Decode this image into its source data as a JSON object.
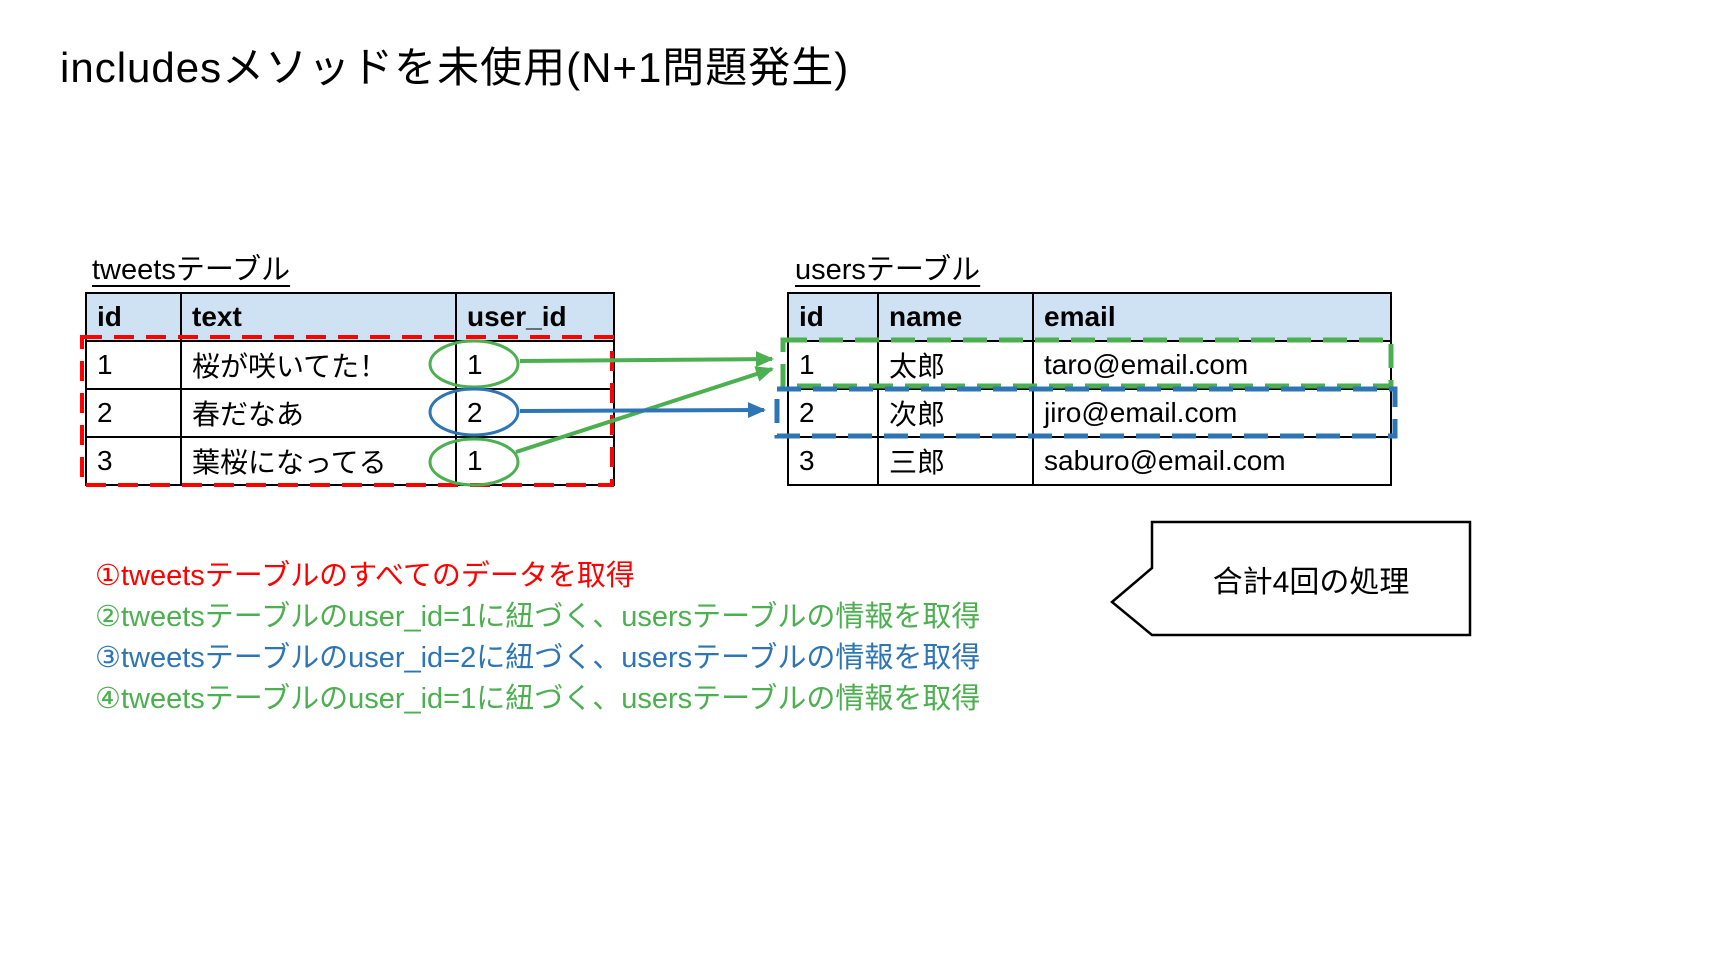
{
  "title": "includesメソッドを未使用(N+1問題発生)",
  "tweets_table": {
    "label": "tweetsテーブル",
    "headers": [
      "id",
      "text",
      "user_id"
    ],
    "rows": [
      [
        "1",
        "桜が咲いてた！",
        "1"
      ],
      [
        "2",
        "春だなあ",
        "2"
      ],
      [
        "3",
        "葉桜になってる",
        "1"
      ]
    ]
  },
  "users_table": {
    "label": "usersテーブル",
    "headers": [
      "id",
      "name",
      "email"
    ],
    "rows": [
      [
        "1",
        "太郎",
        "taro@email.com"
      ],
      [
        "2",
        "次郎",
        "jiro@email.com"
      ],
      [
        "3",
        "三郎",
        "saburo@email.com"
      ]
    ]
  },
  "steps": [
    {
      "text": "①tweetsテーブルのすべてのデータを取得",
      "color": "#ff0000"
    },
    {
      "text": "②tweetsテーブルのuser_id=1に紐づく、usersテーブルの情報を取得",
      "color": "#4caf50"
    },
    {
      "text": "③tweetsテーブルのuser_id=2に紐づく、usersテーブルの情報を取得",
      "color": "#2e75b6"
    },
    {
      "text": "④tweetsテーブルのuser_id=1に紐づく、usersテーブルの情報を取得",
      "color": "#4caf50"
    }
  ],
  "callout": {
    "text": "合計4回の処理"
  },
  "annotations": {
    "red_dashed_box": "tweetsテーブルの全行",
    "green_dashed_box": "usersテーブル id=1 の行",
    "blue_dashed_box": "usersテーブル id=2 の行"
  },
  "colors": {
    "red": "#FF0000",
    "green": "#4CAF50",
    "blue": "#2E75B6",
    "header_bg": "#CFE2F3",
    "table_border": "#000000"
  }
}
